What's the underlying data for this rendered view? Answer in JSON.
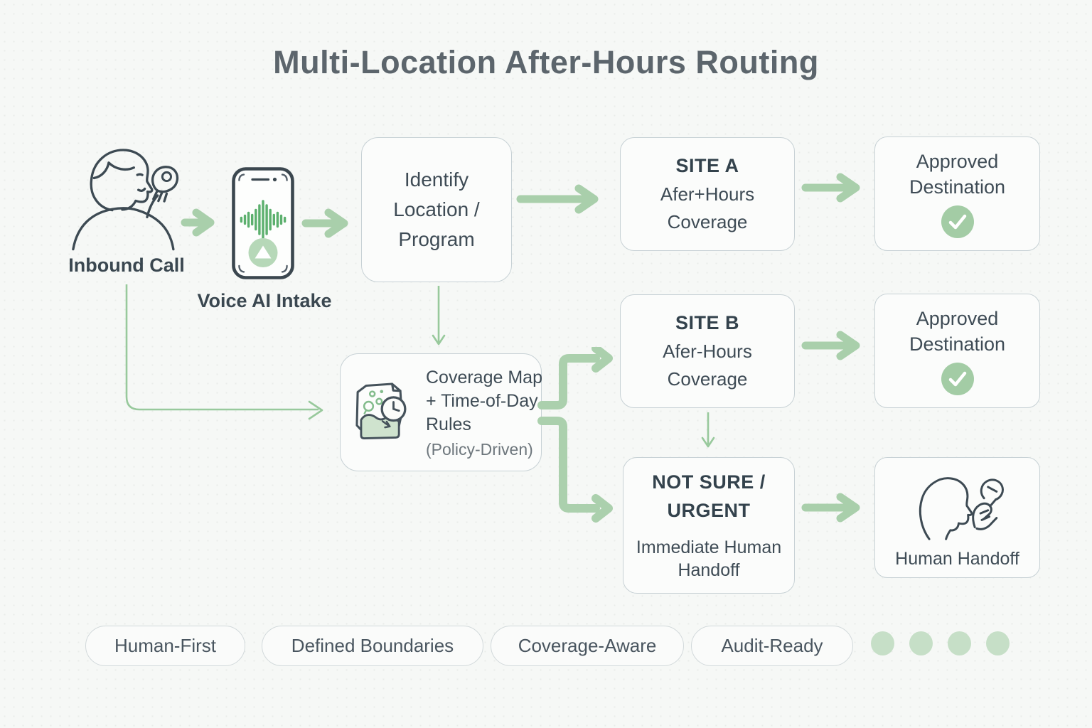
{
  "title": "Multi-Location After-Hours Routing",
  "flow": {
    "inbound_call": {
      "label": "Inbound Call",
      "icon": "person-speaking-on-phone-icon"
    },
    "voice_ai_intake": {
      "label": "Voice AI Intake",
      "icon": "phone-voice-waveform-icon"
    },
    "identify": {
      "label": "Identify Location / Program"
    },
    "site_a": {
      "name": "SITE A",
      "line2": "Afer+Hours",
      "line3": "Coverage"
    },
    "site_b": {
      "name": "SITE B",
      "line2": "Afer-Hours",
      "line3": "Coverage"
    },
    "approved_a": {
      "label": "Approved Destination",
      "icon": "check-circle-icon"
    },
    "approved_b": {
      "label": "Approved Destination",
      "icon": "check-circle-icon"
    },
    "coverage_map": {
      "label": "Coverage Map + Time-of-Day Rules",
      "sublabel": "(Policy-Driven)",
      "icon": "map-with-clock-icon"
    },
    "not_sure": {
      "name": "NOT SURE / URGENT",
      "body": "Immediate Human Handoff"
    },
    "human_handoff": {
      "label": "Human Handoff",
      "icon": "person-with-phone-handoff-icon"
    }
  },
  "badges": [
    "Human-First",
    "Defined Boundaries",
    "Coverage-Aware",
    "Audit-Ready"
  ],
  "dots_count": 4,
  "colors": {
    "background": "#f6f8f6",
    "arrow_green": "#a9cfab",
    "thin_line_green": "#98c99c",
    "play_button_green": "#b6d8b8",
    "check_green": "#a3cca5",
    "pagination_dot_green": "#c6dfc7",
    "waveform_green": "#5cb06e",
    "ink_dark": "#3e4b55",
    "title_gray": "#5c656c",
    "border_gray": "#c7d1d5"
  }
}
